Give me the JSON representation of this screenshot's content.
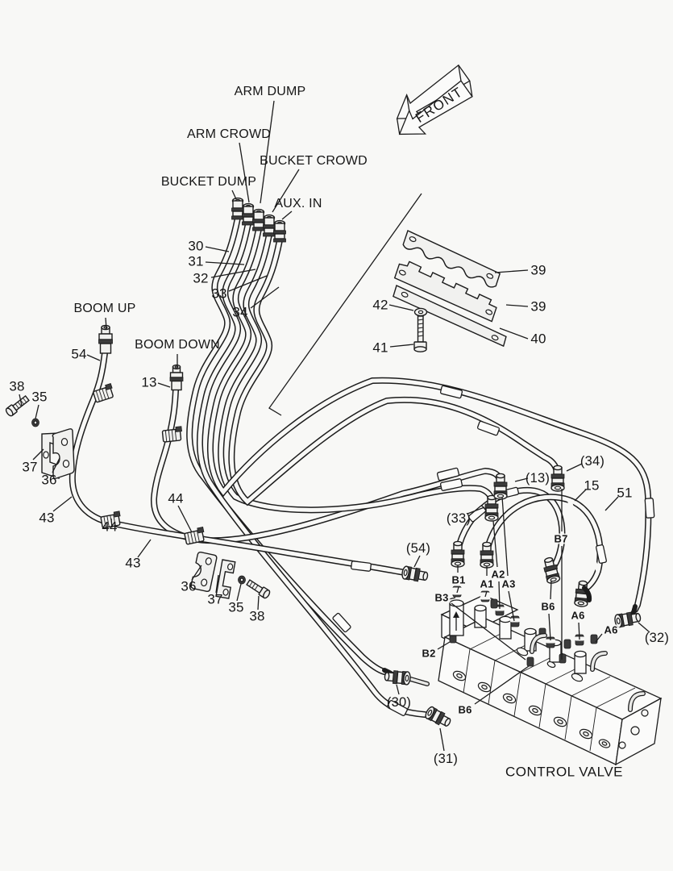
{
  "diagram": {
    "background": "#f8f8f6",
    "line_color": "#1c1c1c",
    "caption": "CONTROL VALVE",
    "front_marker": "FRONT"
  },
  "hose_labels": {
    "arm_dump": "ARM DUMP",
    "arm_crowd": "ARM CROWD",
    "bucket_crowd": "BUCKET CROWD",
    "bucket_dump": "BUCKET DUMP",
    "aux_in": "AUX. IN",
    "boom_up": "BOOM UP",
    "boom_down": "BOOM DOWN"
  },
  "part_numbers": {
    "n13": "13",
    "n15": "15",
    "n30": "30",
    "n31": "31",
    "n32": "32",
    "n33": "33",
    "n34": "34",
    "n35_left": "35",
    "n35_mid": "35",
    "n36_left": "36",
    "n36_mid": "36",
    "n37_left": "37",
    "n37_mid": "37",
    "n38_left": "38",
    "n38_mid": "38",
    "n39_upper": "39",
    "n39_lower": "39",
    "n40": "40",
    "n41": "41",
    "n42": "42",
    "n43_left": "43",
    "n43_mid": "43",
    "n44_left": "44",
    "n44_mid": "44",
    "n51": "51",
    "n54": "54"
  },
  "hose_refs": {
    "r13": "(13)",
    "r30": "(30)",
    "r31": "(31)",
    "r32": "(32)",
    "r33": "(33)",
    "r34": "(34)",
    "r54": "(54)"
  },
  "port_labels": {
    "a1": "A1",
    "a2": "A2",
    "a3": "A3",
    "a6_upper": "A6",
    "a6_lower": "A6",
    "b1": "B1",
    "b2": "B2",
    "b3": "B3",
    "b6_mid": "B6",
    "b6_lower": "B6",
    "b7": "B7"
  }
}
